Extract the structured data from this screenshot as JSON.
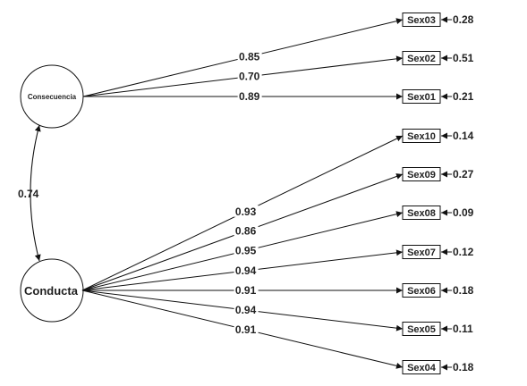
{
  "latents": [
    {
      "id": "consecuencia",
      "label": "Consecuencia"
    },
    {
      "id": "conducta",
      "label": "Conducta"
    }
  ],
  "correlation": "0.74",
  "indicators": [
    {
      "id": "sex03",
      "label": "Sex03",
      "latent": "consecuencia",
      "loading": "0.85",
      "error": "0.28"
    },
    {
      "id": "sex02",
      "label": "Sex02",
      "latent": "consecuencia",
      "loading": "0.70",
      "error": "0.51"
    },
    {
      "id": "sex01",
      "label": "Sex01",
      "latent": "consecuencia",
      "loading": "0.89",
      "error": "0.21"
    },
    {
      "id": "sex10",
      "label": "Sex10",
      "latent": "conducta",
      "loading": "0.93",
      "error": "0.14"
    },
    {
      "id": "sex09",
      "label": "Sex09",
      "latent": "conducta",
      "loading": "0.86",
      "error": "0.27"
    },
    {
      "id": "sex08",
      "label": "Sex08",
      "latent": "conducta",
      "loading": "0.95",
      "error": "0.09"
    },
    {
      "id": "sex07",
      "label": "Sex07",
      "latent": "conducta",
      "loading": "0.94",
      "error": "0.12"
    },
    {
      "id": "sex06",
      "label": "Sex06",
      "latent": "conducta",
      "loading": "0.91",
      "error": "0.18"
    },
    {
      "id": "sex05",
      "label": "Sex05",
      "latent": "conducta",
      "loading": "0.94",
      "error": "0.11"
    },
    {
      "id": "sex04",
      "label": "Sex04",
      "latent": "conducta",
      "loading": "0.91",
      "error": "0.18"
    }
  ]
}
